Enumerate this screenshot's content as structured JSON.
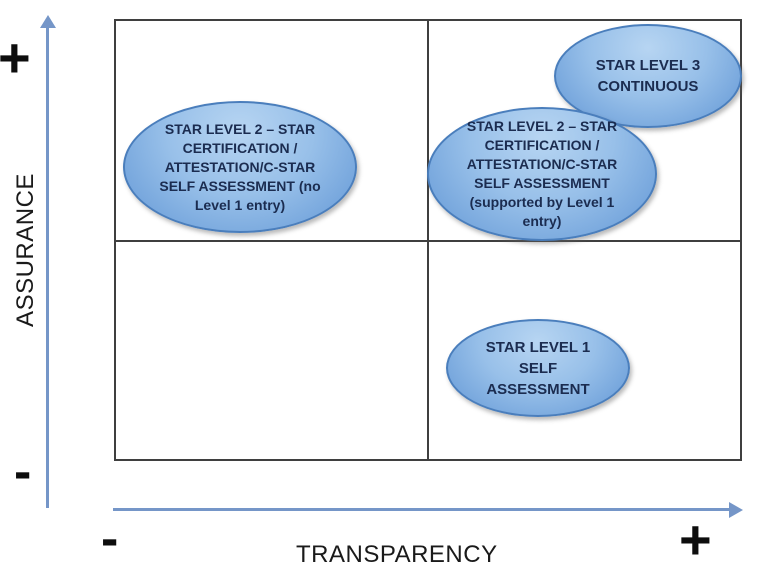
{
  "diagram": {
    "type": "quadrant-matrix",
    "y_axis": {
      "label": "ASSURANCE",
      "plus": "+",
      "minus": "-"
    },
    "x_axis": {
      "label": "TRANSPARENCY",
      "plus": "+",
      "minus": "-"
    },
    "bubbles": [
      {
        "id": "star-level-2-no-level1-entry",
        "quadrant": "top-left",
        "text": "STAR LEVEL 2 – STAR\nCERTIFICATION /\nATTESTATION/C-STAR\nSELF ASSESSMENT (no\nLevel 1 entry)"
      },
      {
        "id": "star-level-3-continuous",
        "quadrant": "top-right-upper",
        "text": "STAR LEVEL 3\nCONTINUOUS"
      },
      {
        "id": "star-level-2-with-level1-entry",
        "quadrant": "top-right",
        "text": "STAR LEVEL 2 – STAR\nCERTIFICATION /\nATTESTATION/C-STAR\nSELF ASSESSMENT\n(supported by Level 1\nentry)"
      },
      {
        "id": "star-level-1-self-assessment",
        "quadrant": "bottom-right",
        "text": "STAR LEVEL 1\nSELF\nASSESSMENT"
      }
    ],
    "colors": {
      "bubble_fill_light": "#b7d5f2",
      "bubble_fill_dark": "#6196d5",
      "bubble_border": "#4a7ebc",
      "bubble_text": "#1b2c50",
      "axis_blue": "#7596c8",
      "grid_border": "#3f3f3f",
      "sign_black": "#0d0d0d"
    }
  }
}
